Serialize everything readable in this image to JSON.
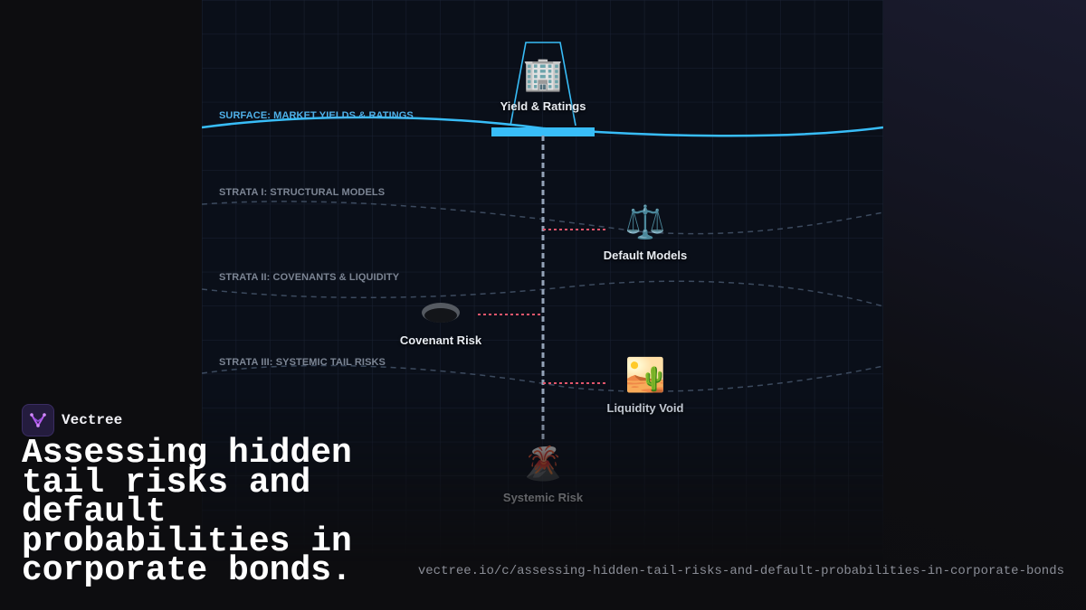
{
  "diagram": {
    "layers": [
      {
        "label": "SURFACE: MARKET YIELDS & RATINGS",
        "color": "#4fb0e8"
      },
      {
        "label": "STRATA I: STRUCTURAL MODELS",
        "color": "#7c8594"
      },
      {
        "label": "STRATA II: COVENANTS & LIQUIDITY",
        "color": "#7c8594"
      },
      {
        "label": "STRATA III: SYSTEMIC TAIL RISKS",
        "color": "#7c8594"
      }
    ],
    "nodes": [
      {
        "label": "Yield & Ratings",
        "icon": "office-building-icon",
        "glyph": "🏢"
      },
      {
        "label": "Default Models",
        "icon": "balance-scale-icon",
        "glyph": "⚖️"
      },
      {
        "label": "Covenant Risk",
        "icon": "hole-icon",
        "glyph": ""
      },
      {
        "label": "Liquidity Void",
        "icon": "desert-icon",
        "glyph": "🏜️"
      },
      {
        "label": "Systemic Risk",
        "icon": "volcano-icon",
        "glyph": "🌋"
      }
    ],
    "colors": {
      "surface_line": "#38bdf8",
      "strata_line": "#3c4a5e",
      "drill_line": "#94a3b8",
      "connector": "#e0566b",
      "background": "#0a0f19"
    }
  },
  "brand": {
    "name": "Vectree",
    "icon": "vectree-logo-icon"
  },
  "headline": "Assessing hidden tail risks and default probabilities in corporate bonds.",
  "url": "vectree.io/c/assessing-hidden-tail-risks-and-default-probabilities-in-corporate-bonds"
}
